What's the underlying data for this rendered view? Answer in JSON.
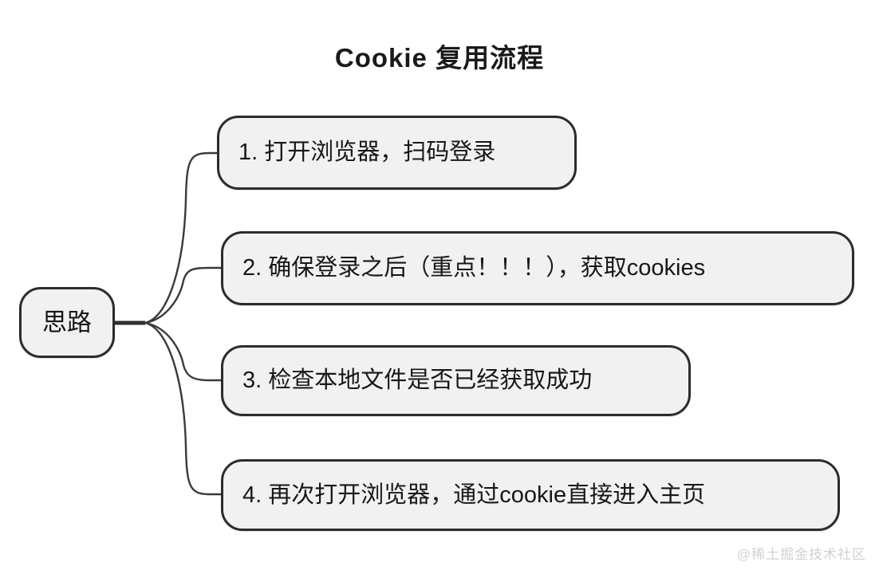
{
  "diagram": {
    "title": "Cookie 复用流程",
    "type": "mindmap",
    "background_color": "#ffffff",
    "node_fill_color": "#f1f1f1",
    "node_border_color": "#2c2c2c",
    "edge_color": "#3a3a3a",
    "root": {
      "label": "思路"
    },
    "branches": [
      {
        "label": "1. 打开浏览器，扫码登录"
      },
      {
        "label": "2. 确保登录之后（重点！！！），获取cookies"
      },
      {
        "label": "3. 检查本地文件是否已经获取成功"
      },
      {
        "label": "4. 再次打开浏览器，通过cookie直接进入主页"
      }
    ]
  },
  "watermark": {
    "text": "@稀土掘金技术社区"
  }
}
